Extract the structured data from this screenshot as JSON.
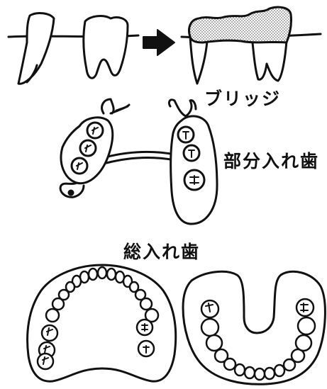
{
  "labels": {
    "bridge": "ブリッジ",
    "partial_denture": "部分入れ歯",
    "full_denture": "総入れ歯"
  },
  "colors": {
    "ink": "#111111",
    "bridge_fill": "#b9b9b9",
    "paper": "#ffffff"
  },
  "icons": {
    "arrow": "right-arrow-icon"
  }
}
